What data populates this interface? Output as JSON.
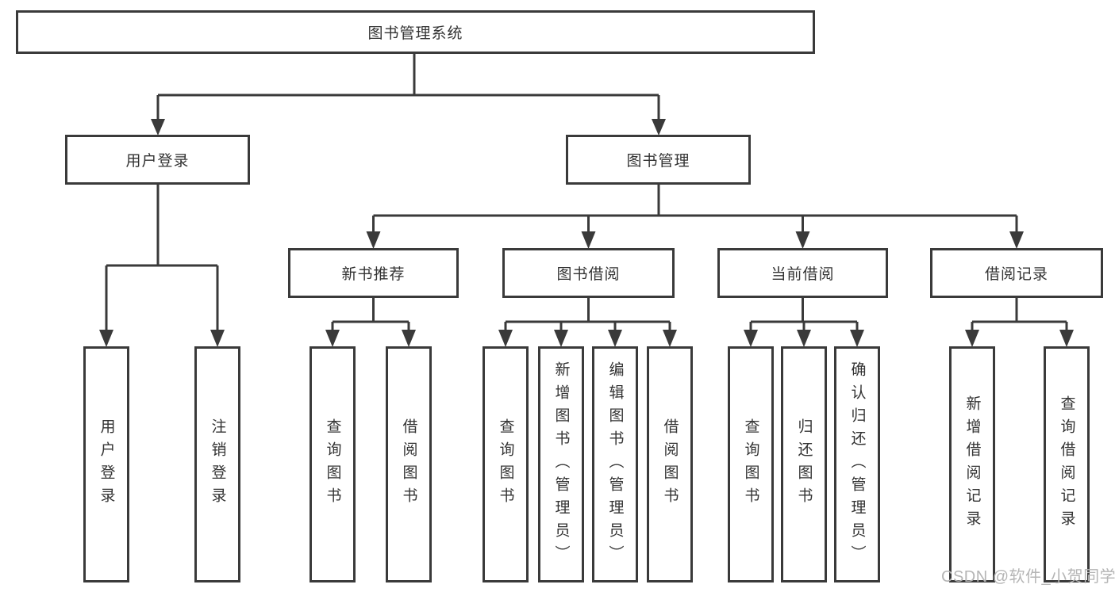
{
  "diagram": {
    "root": {
      "label": "图书管理系统"
    },
    "level2": {
      "user_login": {
        "label": "用户登录"
      },
      "book_mgmt": {
        "label": "图书管理"
      }
    },
    "level3": {
      "new_books": {
        "label": "新书推荐"
      },
      "book_borrow": {
        "label": "图书借阅"
      },
      "current_borrow": {
        "label": "当前借阅"
      },
      "borrow_records": {
        "label": "借阅记录"
      }
    },
    "leaves": {
      "user_login": {
        "label": "用户登录"
      },
      "logout": {
        "label": "注销登录"
      },
      "nb_query_books": {
        "label": "查询图书"
      },
      "nb_borrow_books": {
        "label": "借阅图书"
      },
      "bb_query_books": {
        "label": "查询图书"
      },
      "bb_add_books": {
        "label": "新增图书（管理员）"
      },
      "bb_edit_books": {
        "label": "编辑图书（管理员）"
      },
      "bb_borrow_books": {
        "label": "借阅图书"
      },
      "cb_query_books": {
        "label": "查询图书"
      },
      "cb_return_books": {
        "label": "归还图书"
      },
      "cb_confirm_return": {
        "label": "确认归还（管理员）"
      },
      "br_add_record": {
        "label": "新增借阅记录"
      },
      "br_query_record": {
        "label": "查询借阅记录"
      }
    }
  },
  "watermark": {
    "text": "CSDN @软件_小贺同学",
    "color": "#b5b5b5"
  },
  "colors": {
    "line": "#3a3a3a",
    "border": "#3a3a3a",
    "text": "#333333",
    "background": "#ffffff"
  }
}
